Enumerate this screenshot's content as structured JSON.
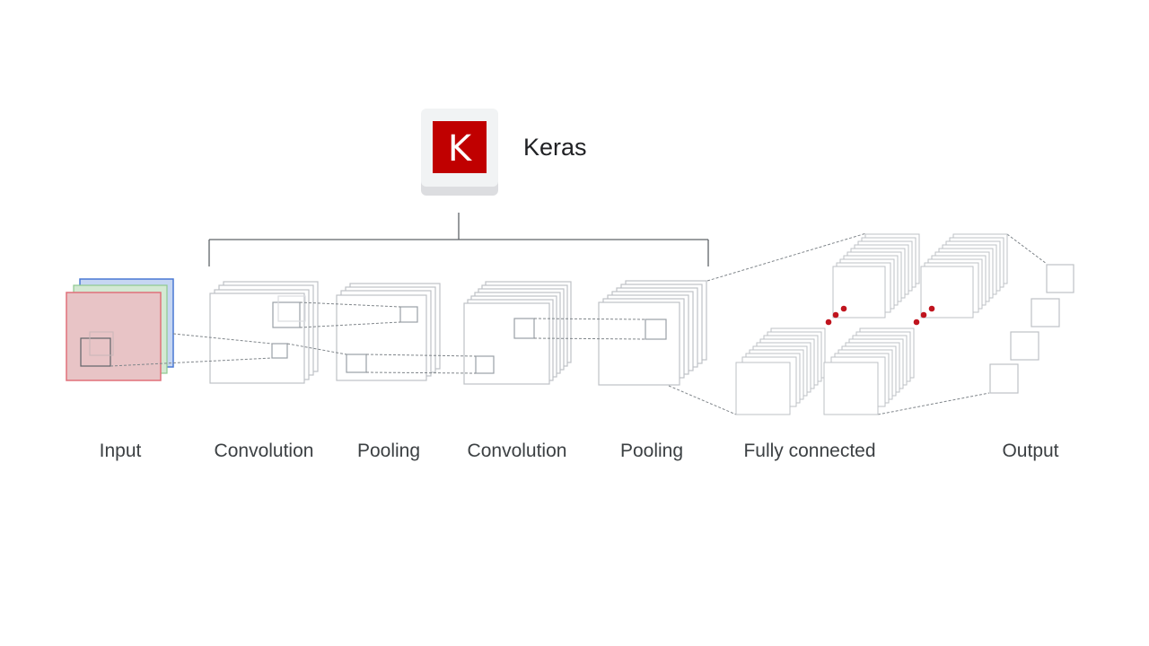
{
  "brand": {
    "name": "Keras",
    "logo_letter": "K",
    "logo_color": "#c00000"
  },
  "stages": [
    {
      "id": "input",
      "label": "Input"
    },
    {
      "id": "conv1",
      "label": "Convolution"
    },
    {
      "id": "pool1",
      "label": "Pooling"
    },
    {
      "id": "conv2",
      "label": "Convolution"
    },
    {
      "id": "pool2",
      "label": "Pooling"
    },
    {
      "id": "fc",
      "label": "Fully connected"
    },
    {
      "id": "output",
      "label": "Output"
    }
  ],
  "colors": {
    "input_red": "#e8a0a4",
    "input_green": "#a8d8a8",
    "input_blue": "#8fb3ea",
    "neuron_dot": "#c0141e",
    "line": "#9aa0a6"
  }
}
